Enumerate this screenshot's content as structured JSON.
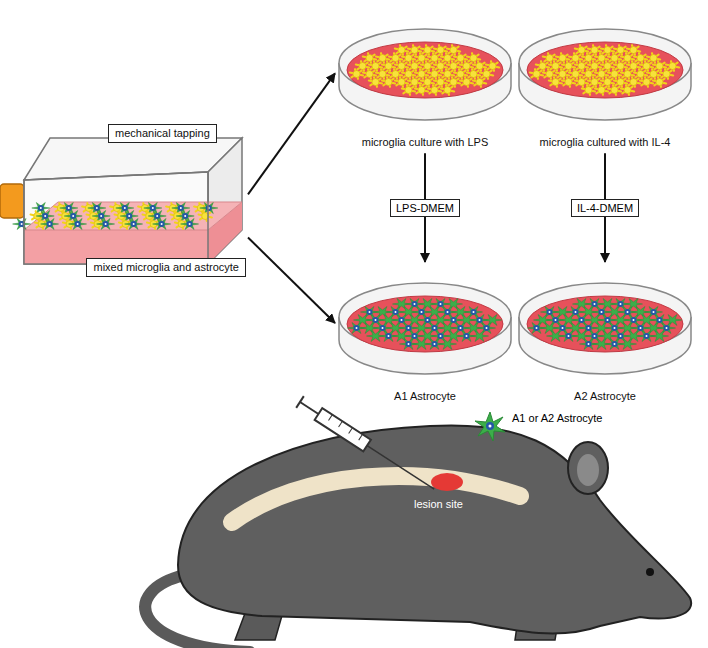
{
  "diagram": {
    "nodes": [
      {
        "text": [
          "mechanical tapping",
          "mixed microglia and astrocyte"
        ]
      },
      {
        "text": [
          "microglia culture with LPS"
        ]
      },
      {
        "text": [
          "microglia cultured with IL-4"
        ]
      },
      {
        "text": [
          "A1 Astrocyte"
        ]
      },
      {
        "text": [
          "A2 Astrocyte"
        ]
      }
    ],
    "edges": [
      {
        "from": 0,
        "to": 1,
        "arrow": "to"
      },
      {
        "from": 0,
        "to": 3,
        "arrow": "to"
      },
      {
        "from": 1,
        "to": 3,
        "label": "LPS-DMEM",
        "arrow": "to"
      },
      {
        "from": 2,
        "to": 4,
        "label": "IL-4-DMEM",
        "arrow": "to"
      }
    ],
    "labels": [
      "A1 or A2 Astrocyte",
      "lesion site"
    ]
  }
}
